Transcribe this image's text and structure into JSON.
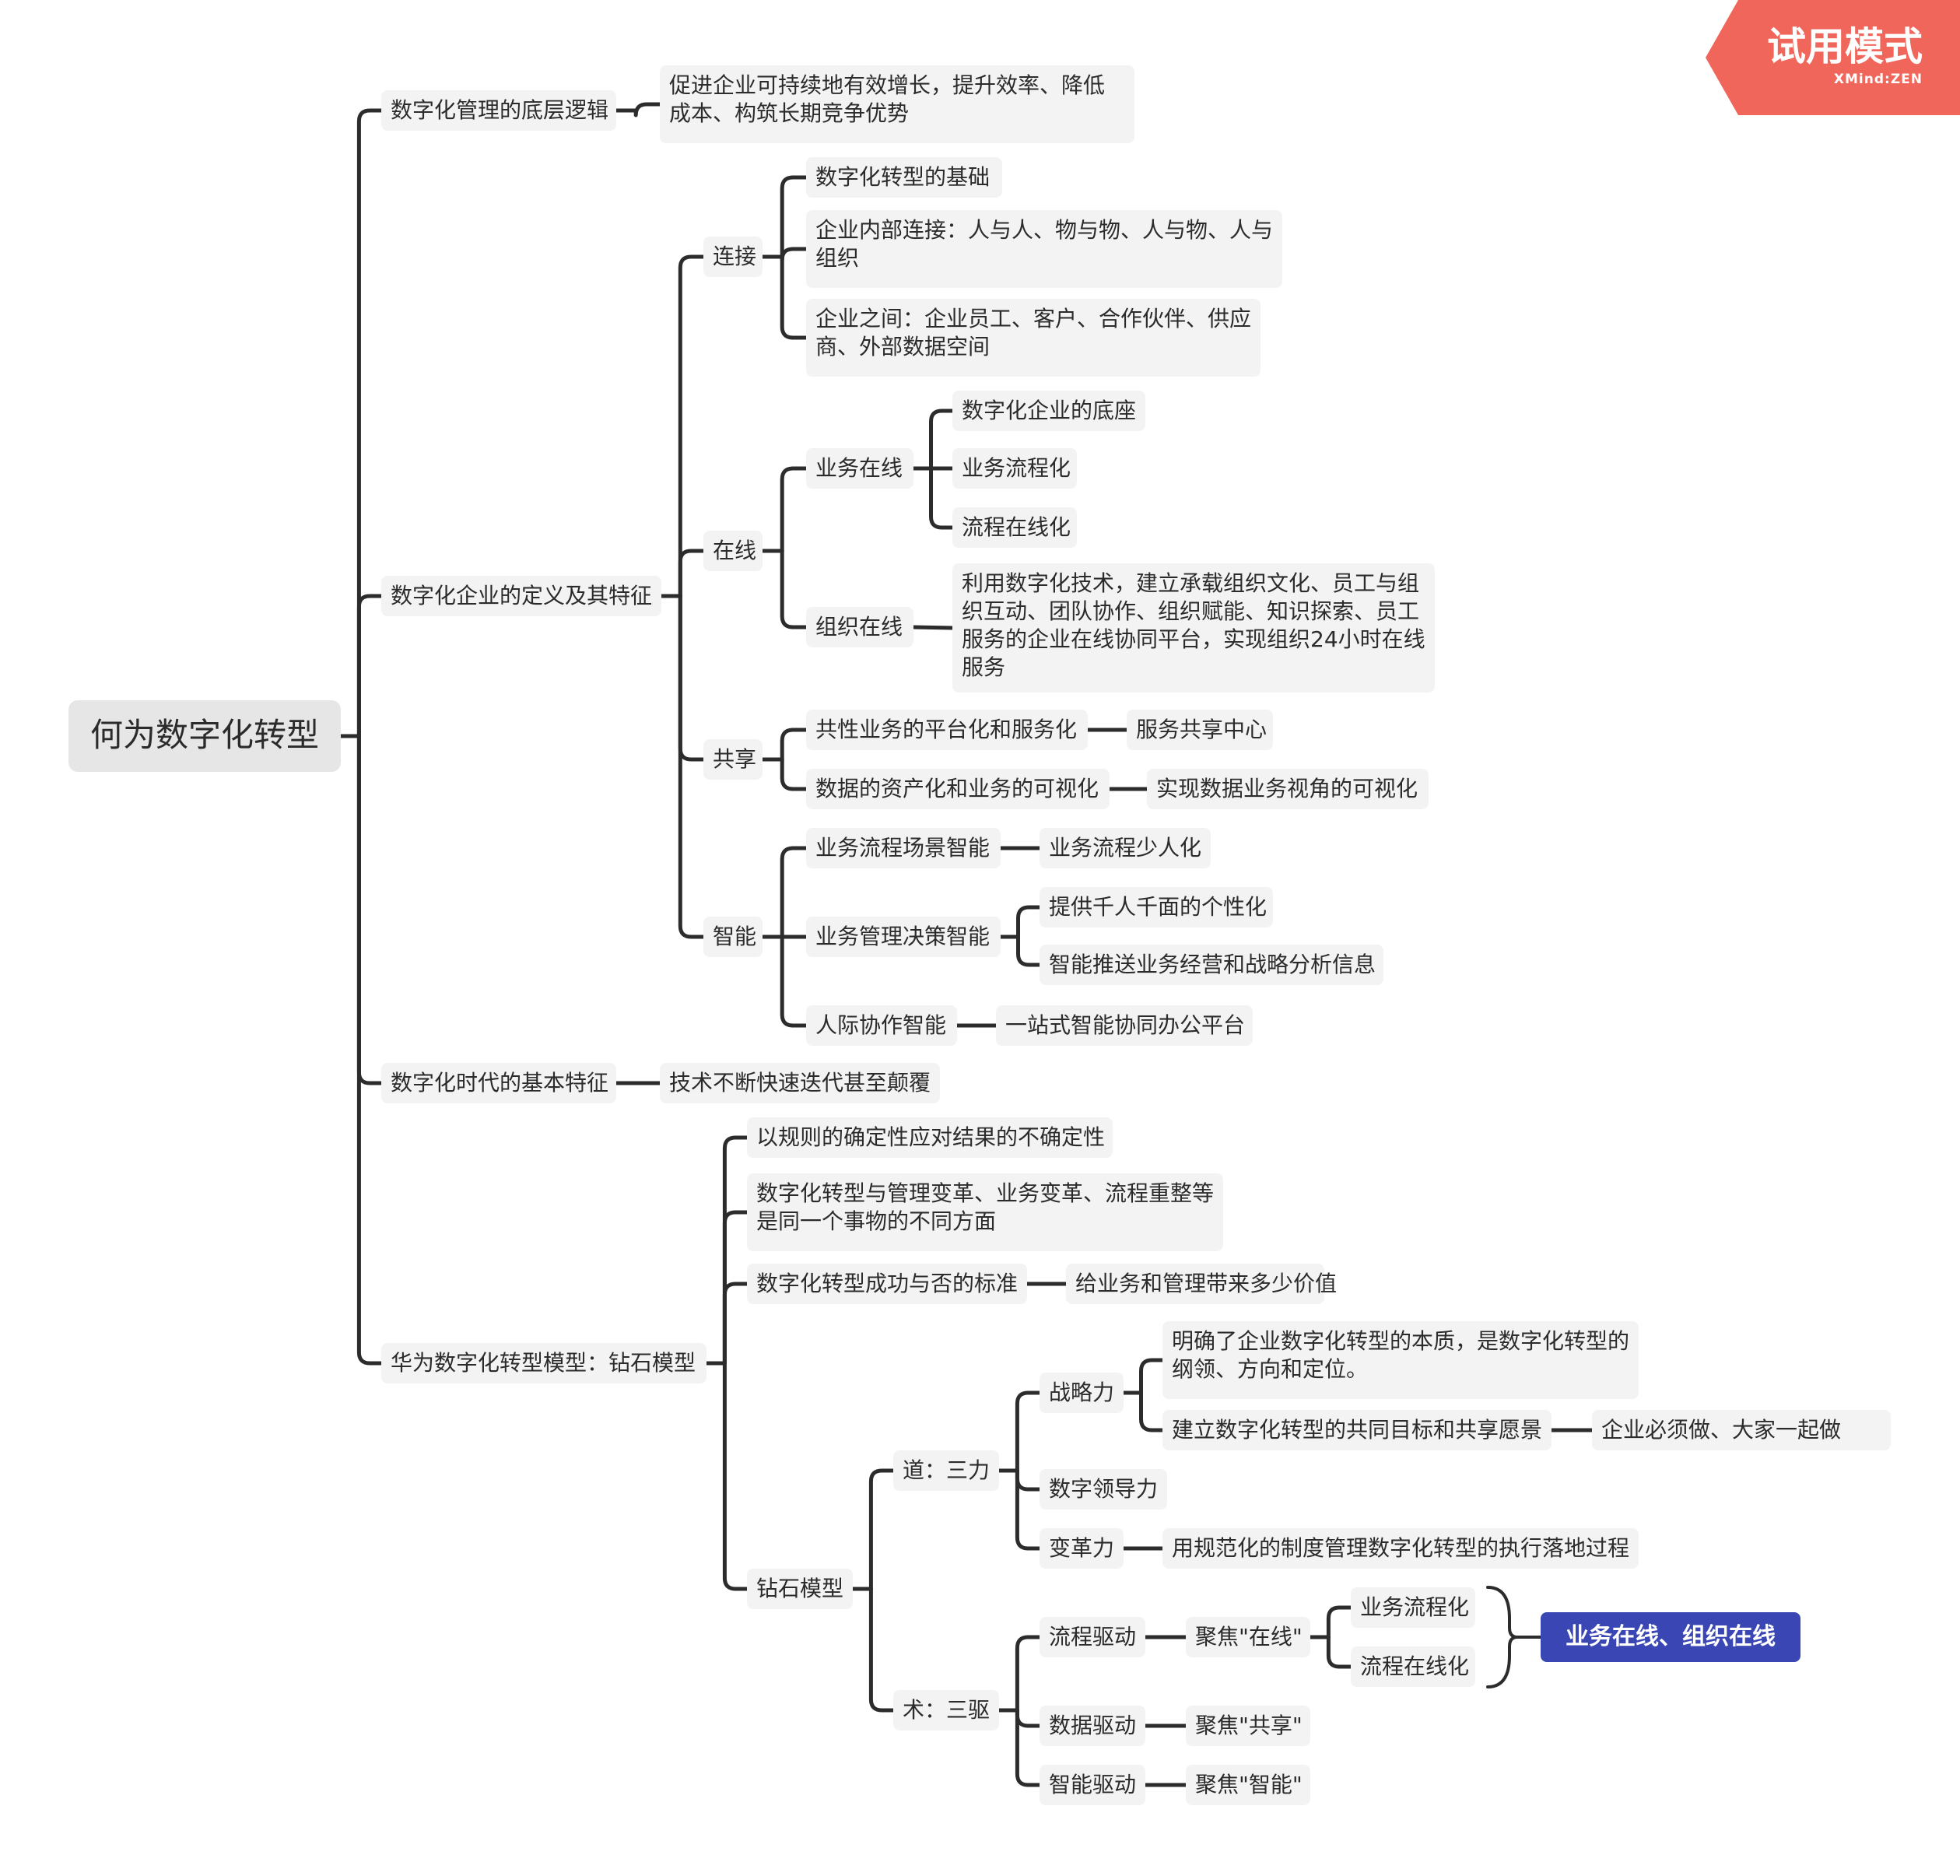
{
  "watermark": {
    "title": "试用模式",
    "brand": "XMind:ZEN",
    "color": "#f0665a"
  },
  "colors": {
    "line": "#2c2c2c",
    "node_bg": "#f3f3f3",
    "root_bg": "#e6e6e6",
    "summary_bg": "#3946b3"
  },
  "mindmap": {
    "root": "何为数字化转型",
    "n_a": "数字化管理的底层逻辑",
    "n_a1": "促进企业可持续地有效增长，提升效率、降低成本、构筑长期竞争优势",
    "n_b": "数字化企业的定义及其特征",
    "n_b1": "连接",
    "n_b1a": "数字化转型的基础",
    "n_b1b": "企业内部连接：人与人、物与物、人与物、人与组织",
    "n_b1c": "企业之间：企业员工、客户、合作伙伴、供应商、外部数据空间",
    "n_b2": "在线",
    "n_b2a": "业务在线",
    "n_b2a1": "数字化企业的底座",
    "n_b2a2": "业务流程化",
    "n_b2a3": "流程在线化",
    "n_b2b": "组织在线",
    "n_b2b1": "利用数字化技术，建立承载组织文化、员工与组织互动、团队协作、组织赋能、知识探索、员工服务的企业在线协同平台，实现组织24小时在线服务",
    "n_b3": "共享",
    "n_b3a": "共性业务的平台化和服务化",
    "n_b3a1": "服务共享中心",
    "n_b3b": "数据的资产化和业务的可视化",
    "n_b3b1": "实现数据业务视角的可视化",
    "n_b4": "智能",
    "n_b4a": "业务流程场景智能",
    "n_b4a1": "业务流程少人化",
    "n_b4b": "业务管理决策智能",
    "n_b4b1": "提供千人千面的个性化",
    "n_b4b2": "智能推送业务经营和战略分析信息",
    "n_b4c": "人际协作智能",
    "n_b4c1": "一站式智能协同办公平台",
    "n_c": "数字化时代的基本特征",
    "n_c1": "技术不断快速迭代甚至颠覆",
    "n_d": "华为数字化转型模型：钻石模型",
    "n_d1": "以规则的确定性应对结果的不确定性",
    "n_d2": "数字化转型与管理变革、业务变革、流程重整等是同一个事物的不同方面",
    "n_d3": "数字化转型成功与否的标准",
    "n_d3a": "给业务和管理带来多少价值",
    "n_d4": "钻石模型",
    "n_d4a": "道：三力",
    "n_d4a1": "战略力",
    "n_d4a1a": "明确了企业数字化转型的本质，是数字化转型的纲领、方向和定位。",
    "n_d4a1b": "建立数字化转型的共同目标和共享愿景",
    "n_d4a1b1": "企业必须做、大家一起做",
    "n_d4a2": "数字领导力",
    "n_d4a3": "变革力",
    "n_d4a3a": "用规范化的制度管理数字化转型的执行落地过程",
    "n_d4b": "术：三驱",
    "n_d4b1": "流程驱动",
    "n_d4b1a": "聚焦\"在线\"",
    "n_d4b1a1": "业务流程化",
    "n_d4b1a2": "流程在线化",
    "n_d4b2": "数据驱动",
    "n_d4b2a": "聚焦\"共享\"",
    "n_d4b3": "智能驱动",
    "n_d4b3a": "聚焦\"智能\"",
    "summary": "业务在线、组织在线",
    "note_icon": "note-lines-icon"
  }
}
